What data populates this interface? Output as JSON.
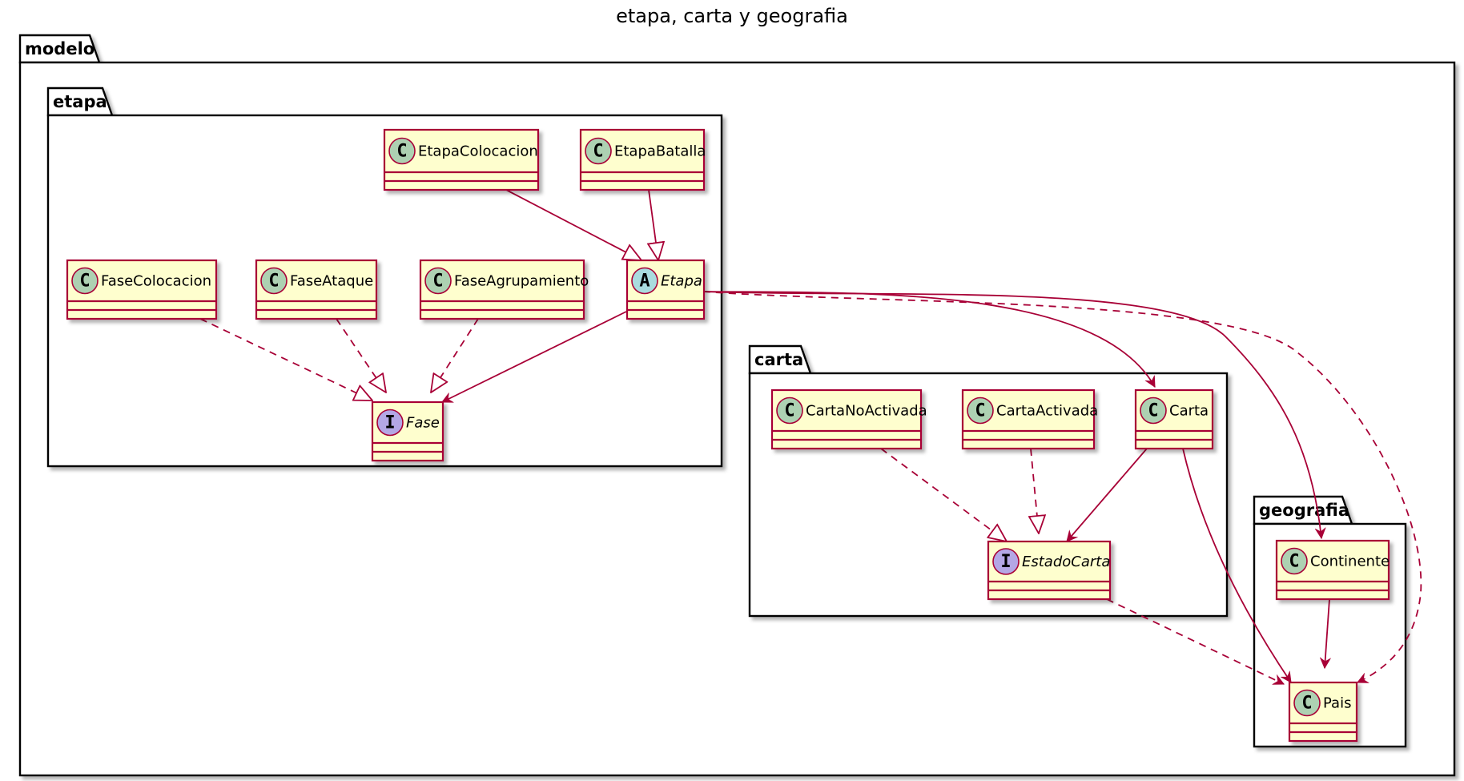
{
  "title": "etapa, carta y geografia",
  "colors": {
    "class_fill": "#fefece",
    "class_stroke": "#a80036",
    "edge": "#a80036",
    "class_circle": "#add1b2",
    "abstract_circle": "#a9dcdf",
    "interface_circle": "#b4a7e5"
  },
  "packages": {
    "modelo": "modelo",
    "etapa": "etapa",
    "carta": "carta",
    "geografia": "geografia"
  },
  "classes": {
    "etapa_colocacion": {
      "name": "EtapaColocacion",
      "kind": "class",
      "stereotype": "C"
    },
    "etapa_batalla": {
      "name": "EtapaBatalla",
      "kind": "class",
      "stereotype": "C"
    },
    "fase_colocacion": {
      "name": "FaseColocacion",
      "kind": "class",
      "stereotype": "C"
    },
    "fase_ataque": {
      "name": "FaseAtaque",
      "kind": "class",
      "stereotype": "C"
    },
    "fase_agrupamiento": {
      "name": "FaseAgrupamiento",
      "kind": "class",
      "stereotype": "C"
    },
    "etapa": {
      "name": "Etapa",
      "kind": "abstract",
      "stereotype": "A"
    },
    "fase": {
      "name": "Fase",
      "kind": "interface",
      "stereotype": "I"
    },
    "carta_no_activada": {
      "name": "CartaNoActivada",
      "kind": "class",
      "stereotype": "C"
    },
    "carta_activada": {
      "name": "CartaActivada",
      "kind": "class",
      "stereotype": "C"
    },
    "carta": {
      "name": "Carta",
      "kind": "class",
      "stereotype": "C"
    },
    "estado_carta": {
      "name": "EstadoCarta",
      "kind": "interface",
      "stereotype": "I"
    },
    "continente": {
      "name": "Continente",
      "kind": "class",
      "stereotype": "C"
    },
    "pais": {
      "name": "Pais",
      "kind": "class",
      "stereotype": "C"
    }
  },
  "relations": [
    {
      "from": "EtapaColocacion",
      "to": "Etapa",
      "type": "extends"
    },
    {
      "from": "EtapaBatalla",
      "to": "Etapa",
      "type": "extends"
    },
    {
      "from": "FaseColocacion",
      "to": "Fase",
      "type": "implements"
    },
    {
      "from": "FaseAtaque",
      "to": "Fase",
      "type": "implements"
    },
    {
      "from": "FaseAgrupamiento",
      "to": "Fase",
      "type": "implements"
    },
    {
      "from": "Etapa",
      "to": "Fase",
      "type": "association"
    },
    {
      "from": "Etapa",
      "to": "Carta",
      "type": "association"
    },
    {
      "from": "Etapa",
      "to": "Continente",
      "type": "association"
    },
    {
      "from": "Etapa",
      "to": "Pais",
      "type": "dependency"
    },
    {
      "from": "CartaNoActivada",
      "to": "EstadoCarta",
      "type": "implements"
    },
    {
      "from": "CartaActivada",
      "to": "EstadoCarta",
      "type": "implements"
    },
    {
      "from": "Carta",
      "to": "EstadoCarta",
      "type": "association"
    },
    {
      "from": "Carta",
      "to": "Pais",
      "type": "association"
    },
    {
      "from": "EstadoCarta",
      "to": "Pais",
      "type": "dependency"
    },
    {
      "from": "Continente",
      "to": "Pais",
      "type": "association"
    }
  ]
}
